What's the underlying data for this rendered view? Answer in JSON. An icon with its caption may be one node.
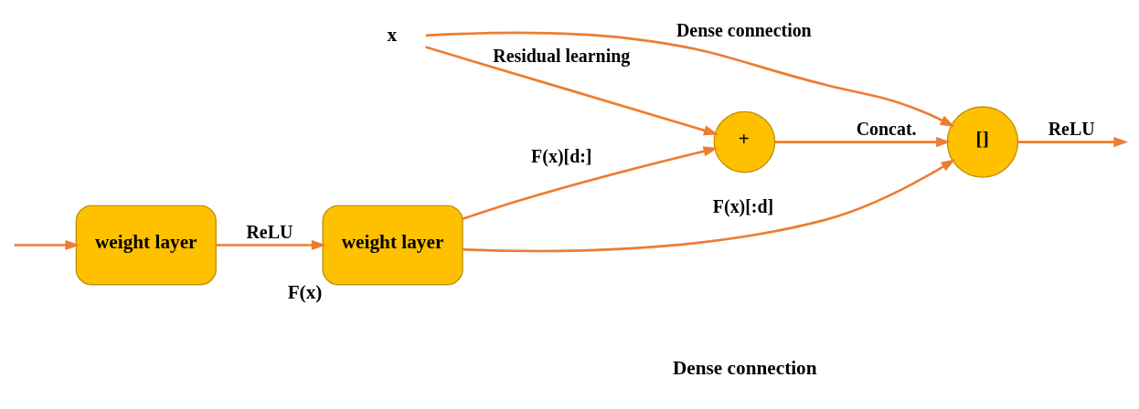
{
  "diagram": {
    "nodes": [
      {
        "text": [
          "x"
        ]
      },
      {
        "text": [
          "weight layer"
        ]
      },
      {
        "text": [
          "weight layer"
        ],
        "beside": [
          "F(x)"
        ]
      },
      {
        "text": [
          "+"
        ]
      },
      {
        "text": [
          "[]"
        ]
      }
    ],
    "edges": [
      {
        "from": null,
        "to": 1,
        "arrow": "to"
      },
      {
        "from": 1,
        "to": 2,
        "arrow": "to",
        "label": "ReLU"
      },
      {
        "from": 2,
        "to": 3,
        "arrow": "to",
        "label": "F(x)[d:]"
      },
      {
        "from": 0,
        "to": 3,
        "arrow": "to",
        "label": "Residual learning"
      },
      {
        "from": 0,
        "to": 4,
        "arrow": "to",
        "label": "Dense connection"
      },
      {
        "from": 3,
        "to": 4,
        "arrow": "to",
        "label": "Concat."
      },
      {
        "from": 2,
        "to": 4,
        "arrow": "to",
        "label": "F(x)[:d]"
      },
      {
        "from": 4,
        "to": null,
        "arrow": "to",
        "label": "ReLU"
      }
    ],
    "labels": [
      "Dense connection"
    ]
  }
}
